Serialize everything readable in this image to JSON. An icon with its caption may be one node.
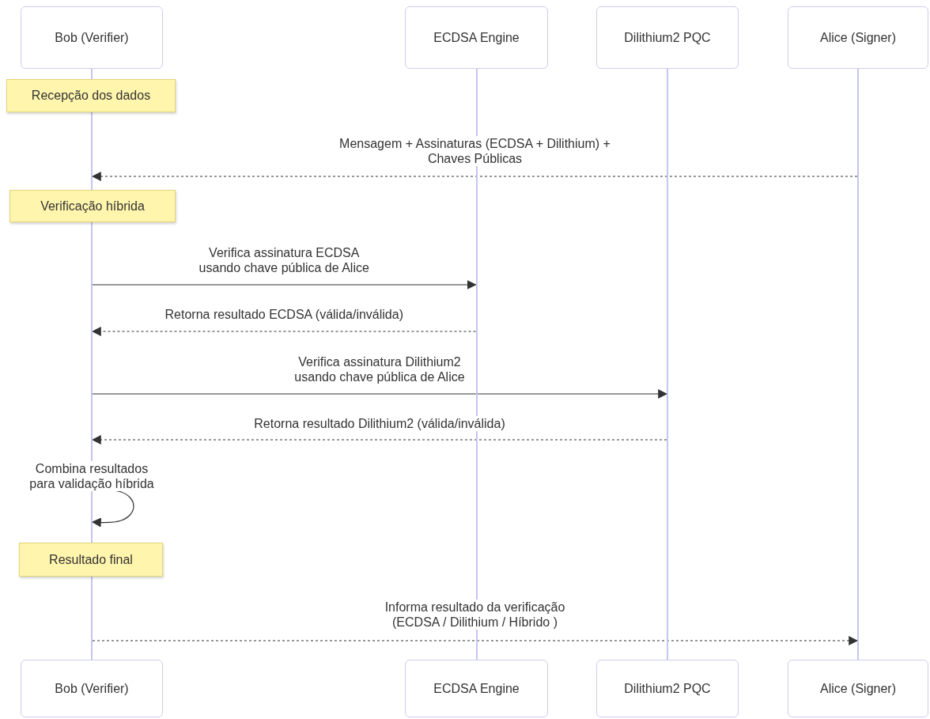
{
  "diagram": {
    "nodes": [
      {
        "text": [
          "Bob (Verifier)"
        ]
      },
      {
        "text": [
          "ECDSA Engine"
        ]
      },
      {
        "text": [
          "Dilithium2 PQC"
        ]
      },
      {
        "text": [
          "Alice (Signer)"
        ]
      },
      {
        "text": [
          "Bob (Verifier)"
        ]
      },
      {
        "text": [
          "ECDSA Engine"
        ]
      },
      {
        "text": [
          "Dilithium2 PQC"
        ]
      },
      {
        "text": [
          "Alice (Signer)"
        ]
      },
      {
        "text": [],
        "shape": "bar"
      },
      {
        "text": [],
        "shape": "bar"
      },
      {
        "text": [],
        "shape": "bar"
      },
      {
        "text": [],
        "shape": "bar"
      },
      {
        "text": [],
        "shape": "bar"
      },
      {
        "text": [],
        "shape": "bar"
      },
      {
        "text": [],
        "shape": "bar"
      },
      {
        "text": [
          "Recepção dos dados"
        ]
      },
      {
        "text": [
          "Verificação híbrida"
        ]
      },
      {
        "text": [
          "Resultado final"
        ]
      }
    ],
    "edges": [
      {
        "from": 14,
        "to": 9,
        "arrow": "to",
        "style": "dashed",
        "label": "Mensagem + Assinaturas (ECDSA + Dilithium) + Chaves Públicas"
      },
      {
        "from": 10,
        "to": 12,
        "arrow": "to",
        "label": "Verifica assinatura ECDSA usando chave pública de Alice"
      },
      {
        "from": 12,
        "to": 10,
        "arrow": "to",
        "style": "dashed",
        "label": "Retorna resultado ECDSA (válida/inválida)"
      },
      {
        "from": 10,
        "to": 13,
        "arrow": "to",
        "label": "Verifica assinatura Dilithium2 usando chave pública de Alice"
      },
      {
        "from": 13,
        "to": 10,
        "arrow": "to",
        "style": "dashed",
        "label": "Retorna resultado Dilithium2 (válida/inválida)"
      },
      {
        "from": 10,
        "to": 10,
        "arrow": "to",
        "label": "Combina resultados para validação híbrida"
      },
      {
        "from": 11,
        "to": 14,
        "arrow": "to",
        "style": "dashed",
        "label": "Informa resultado da verificação (ECDSA / Dilithium / Híbrido )"
      }
    ]
  }
}
